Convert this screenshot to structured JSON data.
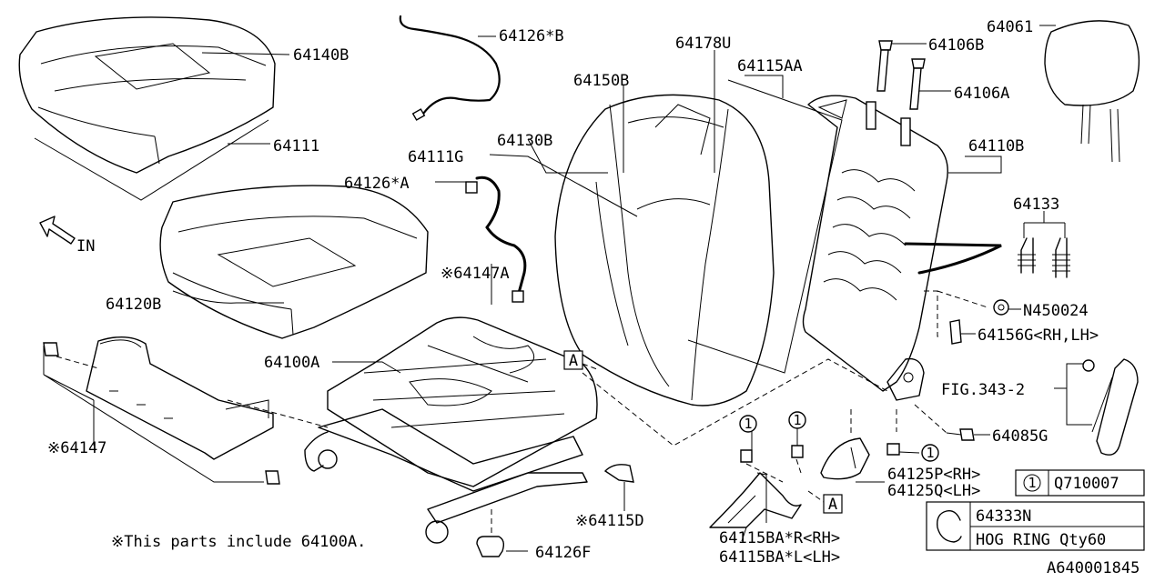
{
  "labels": {
    "p64140B": "64140B",
    "p64111": "64111",
    "p64120B": "64120B",
    "p64126B": "64126*B",
    "p64126A": "64126*A",
    "p64111G": "64111G",
    "p64130B": "64130B",
    "p64150B": "64150B",
    "p64178U": "64178U",
    "p64115AA": "64115AA",
    "p64106B": "64106B",
    "p64106A": "64106A",
    "p64061": "64061",
    "p64110B": "64110B",
    "p64133": "64133",
    "pN450024": "N450024",
    "p64156G": "64156G<RH,LH>",
    "pFIG343": "FIG.343-2",
    "p64085G": "64085G",
    "p64147A": "※64147A",
    "p64100A": "64100A",
    "p64147": "※64147",
    "p64115D": "※64115D",
    "p64126F": "64126F",
    "p64125P": "64125P<RH>",
    "p64125Q": "64125Q<LH>",
    "p64115BAR": "64115BA*R<RH>",
    "p64115BAL": "64115BA*L<LH>",
    "in_arrow": "IN",
    "ref_a": "A",
    "callout_1": "1"
  },
  "legend": {
    "q_num": "1",
    "q_part": "Q710007",
    "hog_part": "64333N",
    "hog_desc": "HOG RING Qty60"
  },
  "footnote": "※This parts include 64100A.",
  "diagram_id": "A640001845"
}
